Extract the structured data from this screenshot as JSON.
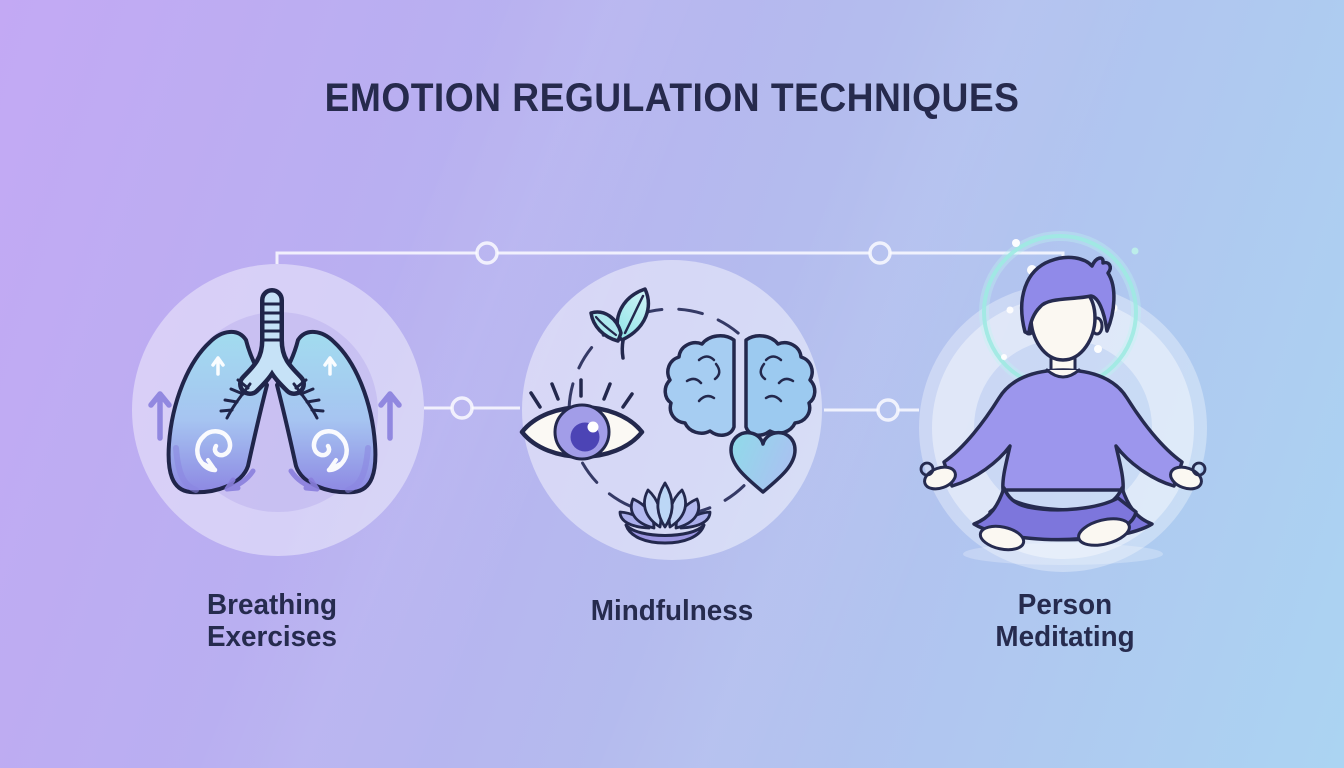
{
  "title": "EMOTION REGULATION TECHNIQUES",
  "techniques": [
    {
      "id": "breathing-exercises",
      "label": "Breathing Exercises",
      "lines": [
        "Breathing",
        "Exercises"
      ],
      "icon": "lungs-icon"
    },
    {
      "id": "mindfulness",
      "label": "Mindfulness",
      "lines": [
        "Mindfulness"
      ],
      "icon": "mindfulness-cycle-icon"
    },
    {
      "id": "person-meditating",
      "label": "Person Meditating",
      "lines": [
        "Person",
        "Meditating"
      ],
      "icon": "person-meditating-icon"
    }
  ],
  "mindfulness_cycle_icons": [
    "leaf-sprout-icon",
    "brain-icon",
    "eye-icon",
    "heart-icon",
    "lotus-icon"
  ],
  "colors": {
    "background_top_left": "#c3a9f4",
    "background_bottom_right": "#abd4f2",
    "text": "#262b4e",
    "outline_navy": "#23284d",
    "lung_blue": "#a4dcef",
    "lung_purple": "#8d88e3",
    "arrow_purple": "#8a7fdd",
    "halo_cyan": "#9eeae2",
    "heart_teal": "#8fdbe9",
    "leaf_teal": "#8ee4e6",
    "shirt_purple": "#9c96ed",
    "pants_purple": "#7d76dc",
    "skin": "#fbf8f2",
    "connector_white": "#f3f2fb"
  }
}
